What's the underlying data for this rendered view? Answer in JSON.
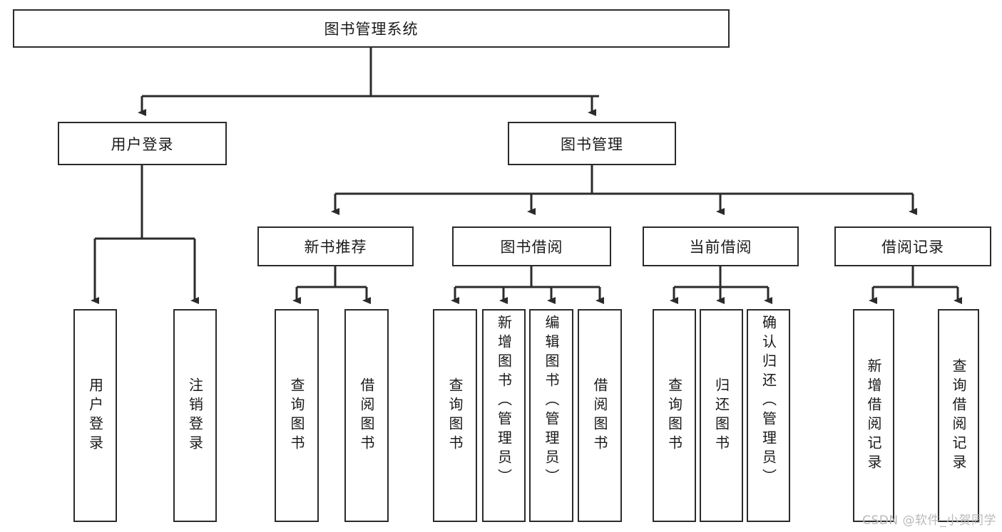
{
  "diagram": {
    "type": "tree",
    "title": "图书管理系统",
    "root": {
      "label": "图书管理系统"
    },
    "level2": [
      {
        "label": "用户登录"
      },
      {
        "label": "图书管理"
      }
    ],
    "level3": [
      {
        "label": "新书推荐"
      },
      {
        "label": "图书借阅"
      },
      {
        "label": "当前借阅"
      },
      {
        "label": "借阅记录"
      }
    ],
    "leaves_user_login": [
      {
        "label": "用户登录"
      },
      {
        "label": "注销登录"
      }
    ],
    "leaves_new_book": [
      {
        "label": "查询图书"
      },
      {
        "label": "借阅图书"
      }
    ],
    "leaves_borrow": [
      {
        "label": "查询图书"
      },
      {
        "label": "新增图书（管理员）"
      },
      {
        "label": "编辑图书（管理员）"
      },
      {
        "label": "借阅图书"
      }
    ],
    "leaves_current": [
      {
        "label": "查询图书"
      },
      {
        "label": "归还图书"
      },
      {
        "label": "确认归还（管理员）"
      }
    ],
    "leaves_record": [
      {
        "label": "新增借阅记录"
      },
      {
        "label": "查询借阅记录"
      }
    ]
  },
  "watermark": {
    "text": "CSDN @软件_小贺同学"
  },
  "colors": {
    "stroke": "#2b2b2b",
    "box_fill": "#ffffff",
    "text": "#1a1a1a",
    "watermark": "#b9b9b9",
    "background": "#ffffff"
  }
}
